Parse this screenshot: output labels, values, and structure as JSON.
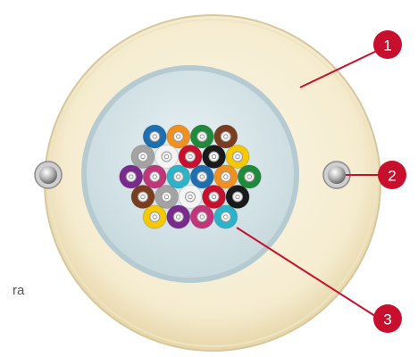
{
  "stray_text": "ra",
  "colors": {
    "accent_red": "#c8102e",
    "ring_light": "#f7efd6",
    "ring_dark": "#e8dab3",
    "bore": "#d8e6ea"
  },
  "callouts": [
    {
      "label": "1",
      "target": "outer-sheath"
    },
    {
      "label": "2",
      "target": "mounting-screw"
    },
    {
      "label": "3",
      "target": "fiber-bundle"
    }
  ],
  "fibers": {
    "rows": [
      [
        "#1e6fb0",
        "#f0901e",
        "#1f8a3c",
        "#7a3d1f"
      ],
      [
        "#a3a3a3",
        "#f4f4f4",
        "#c8102e",
        "#1a1a1a",
        "#f5c800"
      ],
      [
        "#7a2a8c",
        "#c2357a",
        "#2bb3c9",
        "#1e6fb0",
        "#f0901e",
        "#1f8a3c"
      ],
      [
        "#7a3d1f",
        "#a3a3a3",
        "#f4f4f4",
        "#c8102e",
        "#1a1a1a"
      ],
      [
        "#f5c800",
        "#7a2a8c",
        "#c2357a",
        "#2bb3c9"
      ]
    ]
  }
}
